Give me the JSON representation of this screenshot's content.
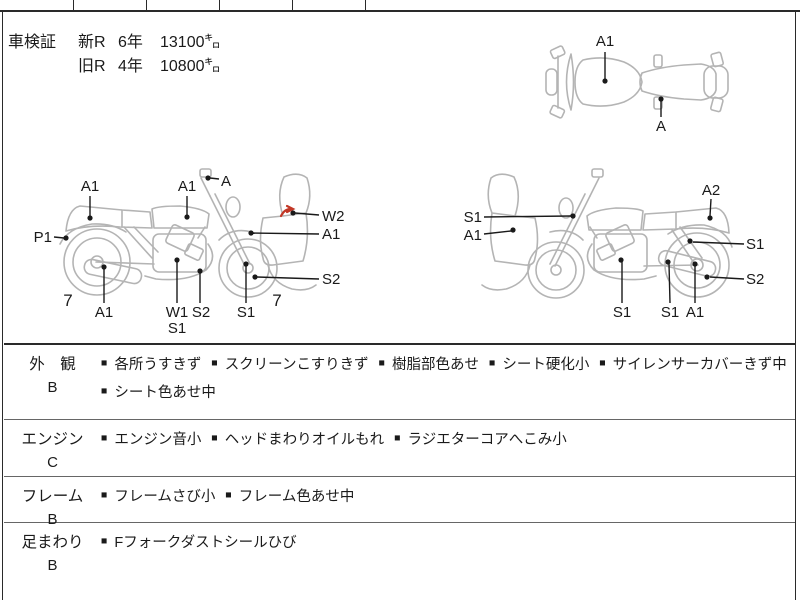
{
  "certificate": {
    "title": "車検証",
    "rows": [
      {
        "label": "新R",
        "years": "6年",
        "distance": "13100㌔"
      },
      {
        "label": "旧R",
        "years": "4年",
        "distance": "10800㌔"
      }
    ]
  },
  "diagram": {
    "mark_color": "#c23726",
    "top_view": {
      "labels": [
        "A1",
        "A"
      ]
    },
    "left_view": {
      "labels": [
        "A1",
        "A1",
        "A",
        "P1",
        "W2",
        "A1",
        "S2",
        "7",
        "A1",
        "W1",
        "S2",
        "S1",
        "S1",
        "7"
      ]
    },
    "right_view": {
      "labels": [
        "S1",
        "A1",
        "A2",
        "S1",
        "S2",
        "S1",
        "S1",
        "A1"
      ]
    }
  },
  "condition": {
    "bullet": "■",
    "rows": [
      {
        "label": "外　観",
        "grade": "B",
        "lines": [
          [
            "各所うすきず",
            "スクリーンこすりきず",
            "樹脂部色あせ",
            "シート硬化小",
            "サイレンサーカバーきず中"
          ],
          [
            "シート色あせ中"
          ]
        ]
      },
      {
        "label": "エンジン",
        "grade": "C",
        "lines": [
          [
            "エンジン音小",
            "ヘッドまわりオイルもれ",
            "ラジエターコアへこみ小"
          ]
        ]
      },
      {
        "label": "フレーム",
        "grade": "B",
        "lines": [
          [
            "フレームさび小",
            "フレーム色あせ中"
          ]
        ]
      },
      {
        "label": "足まわり",
        "grade": "B",
        "lines": [
          [
            "Fフォークダストシールひび"
          ]
        ]
      }
    ]
  }
}
